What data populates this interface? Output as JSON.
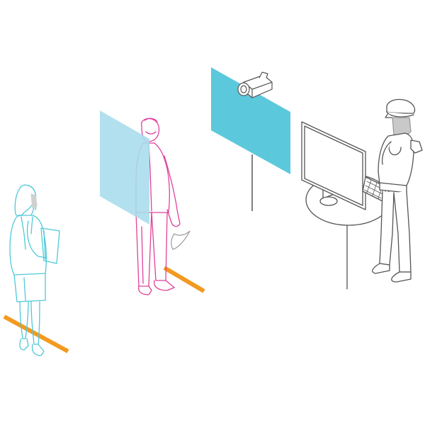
{
  "scene": {
    "elements": [
      {
        "name": "woman-waiting-figure",
        "icon": "standing-woman-with-folder",
        "color": "#4fc9d8"
      },
      {
        "name": "person-at-screen-figure",
        "icon": "standing-person",
        "color": "#e0409a"
      },
      {
        "name": "floor-line",
        "icon": "orange-floor-marking",
        "color": "#f29a20"
      },
      {
        "name": "privacy-screen",
        "icon": "transparent-panel",
        "color": "#a9dcec"
      },
      {
        "name": "camera-sign-panel",
        "icon": "security-camera-on-panel",
        "color": "#5cc8dc"
      },
      {
        "name": "checkpoint-table",
        "icon": "round-table-with-monitor-keyboard",
        "color": "#555555"
      },
      {
        "name": "security-officer-figure",
        "icon": "police-officer",
        "color": "#555555"
      }
    ]
  }
}
